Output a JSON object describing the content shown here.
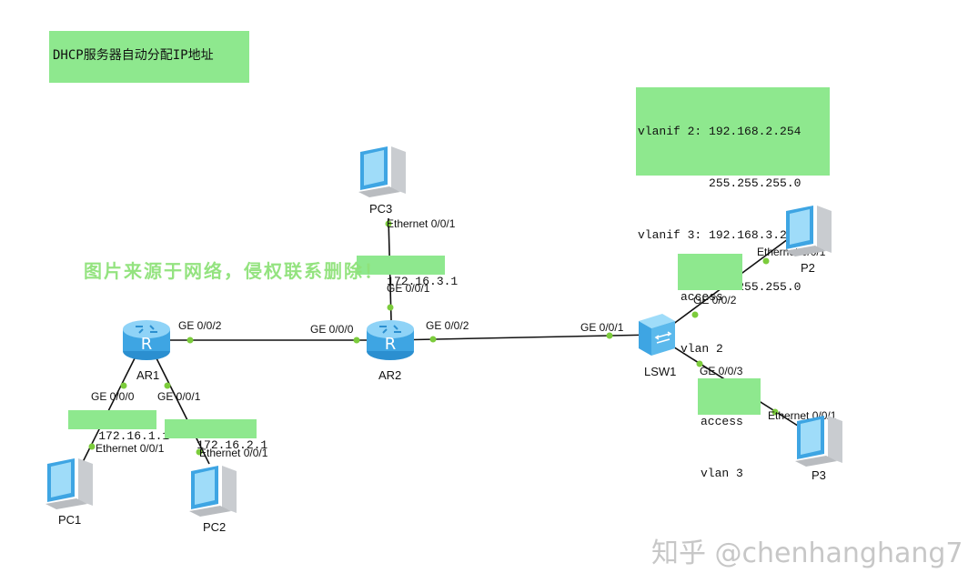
{
  "title": "DHCP服务器自动分配IP地址",
  "vlanif_info": {
    "line1": "vlanif 2: 192.168.2.254",
    "line2": "          255.255.255.0",
    "line3": "vlanif 3: 192.168.3.254",
    "line4": "          255.255.255.0"
  },
  "devices": {
    "ar1": "AR1",
    "ar2": "AR2",
    "lsw1": "LSW1",
    "pc1": "PC1",
    "pc2": "PC2",
    "pc3": "PC3",
    "p2": "P2",
    "p3": "P3"
  },
  "ports": {
    "ar1_ge002": "GE 0/0/2",
    "ar1_ge000": "GE 0/0/0",
    "ar1_ge001": "GE 0/0/1",
    "ar2_ge000": "GE 0/0/0",
    "ar2_ge002": "GE 0/0/2",
    "ar2_ge001": "GE 0/0/1",
    "lsw1_ge001": "GE 0/0/1",
    "lsw1_ge002": "GE 0/0/2",
    "lsw1_ge003": "GE 0/0/3",
    "pc1_eth": "Ethernet 0/0/1",
    "pc2_eth": "Ethernet 0/0/1",
    "pc3_eth": "Ethernet 0/0/1",
    "p2_eth": "Ethernet 0/0/1",
    "p3_eth": "Ethernet 0/0/1"
  },
  "ip_labels": {
    "ar1_ge000_ip": "172.16.1.1",
    "ar1_ge001_ip": "172.16.2.1",
    "ar2_ge001_ip": "172.16.3.1"
  },
  "vlan_labels": {
    "vlan2_l1": "access",
    "vlan2_l2": "vlan 2",
    "vlan3_l1": "access",
    "vlan3_l2": "vlan 3"
  },
  "watermarks": {
    "source_notice": "图片来源于网络，侵权联系删除！",
    "author": "知乎 @chenhanghang7"
  },
  "colors": {
    "label_bg": "#8ee88e",
    "link_line": "#111111",
    "port_dot": "#7ccc3c",
    "device_blue": "#4fb3e8"
  }
}
